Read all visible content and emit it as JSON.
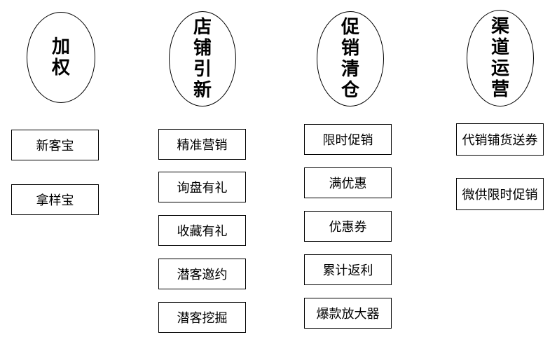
{
  "categories": [
    {
      "title_chars": [
        "加",
        "权"
      ],
      "items": [
        "新客宝",
        "拿样宝"
      ]
    },
    {
      "title_chars": [
        "店",
        "铺",
        "引",
        "新"
      ],
      "items": [
        "精准营销",
        "询盘有礼",
        "收藏有礼",
        "潜客邀约",
        "潜客挖掘"
      ]
    },
    {
      "title_chars": [
        "促",
        "销",
        "清",
        "仓"
      ],
      "items": [
        "限时促销",
        "满优惠",
        "优惠券",
        "累计返利",
        "爆款放大器"
      ]
    },
    {
      "title_chars": [
        "渠",
        "道",
        "运",
        "营"
      ],
      "items": [
        "代销铺货送券",
        "微供限时促销"
      ]
    }
  ]
}
